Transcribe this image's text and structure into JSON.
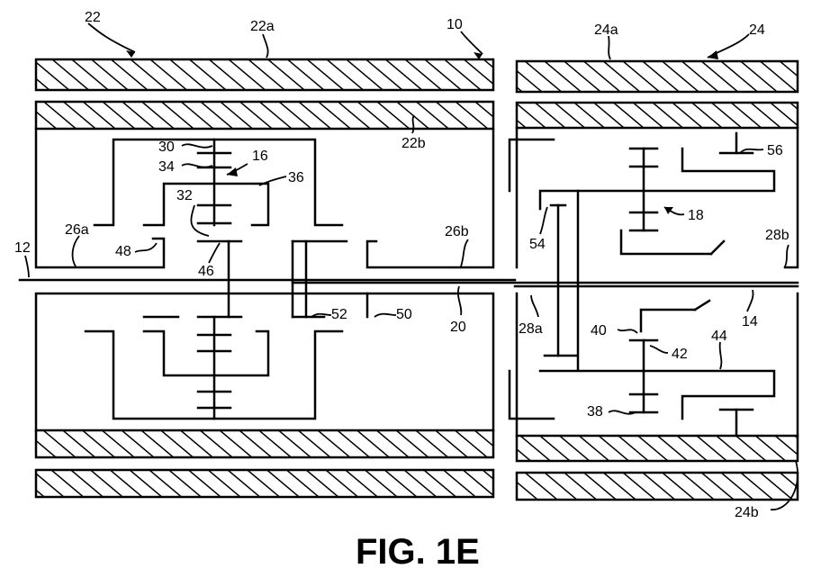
{
  "figure": {
    "caption": "FIG. 1E",
    "labels": {
      "l22": "22",
      "l22a": "22a",
      "l10": "10",
      "l24a": "24a",
      "l24": "24",
      "l22b": "22b",
      "l30": "30",
      "l34": "34",
      "l16": "16",
      "l36": "36",
      "l56": "56",
      "l32": "32",
      "l18": "18",
      "l26a": "26a",
      "l26b": "26b",
      "l54": "54",
      "l28b": "28b",
      "l12": "12",
      "l48": "48",
      "l46": "46",
      "l20": "20",
      "l14": "14",
      "l28a": "28a",
      "l52": "52",
      "l50": "50",
      "l40": "40",
      "l42": "42",
      "l44": "44",
      "l38": "38",
      "l24b": "24b"
    }
  }
}
